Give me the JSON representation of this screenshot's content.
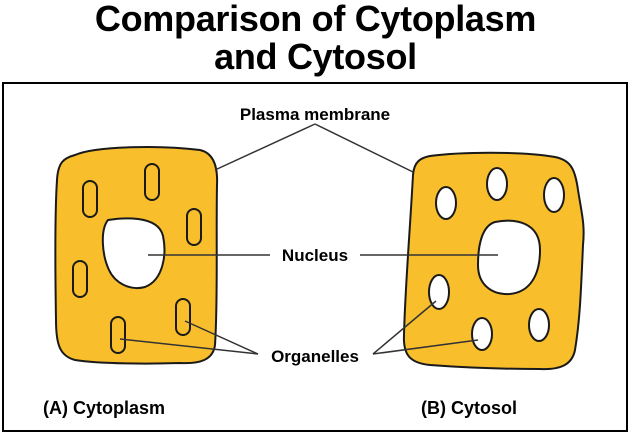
{
  "title": {
    "line1": "Comparison of Cytoplasm",
    "line2": "and Cytosol"
  },
  "labels": {
    "plasma_membrane": "Plasma membrane",
    "nucleus": "Nucleus",
    "organelles": "Organelles"
  },
  "panels": [
    {
      "id": "A",
      "caption": "(A) Cytoplasm",
      "organelles_filled": true
    },
    {
      "id": "B",
      "caption": "(B) Cytosol",
      "organelles_filled": false
    }
  ],
  "colors": {
    "cell_fill": "#F9BE2B",
    "outline": "#1a1a1a",
    "leader_line": "#333333",
    "background": "#ffffff"
  }
}
